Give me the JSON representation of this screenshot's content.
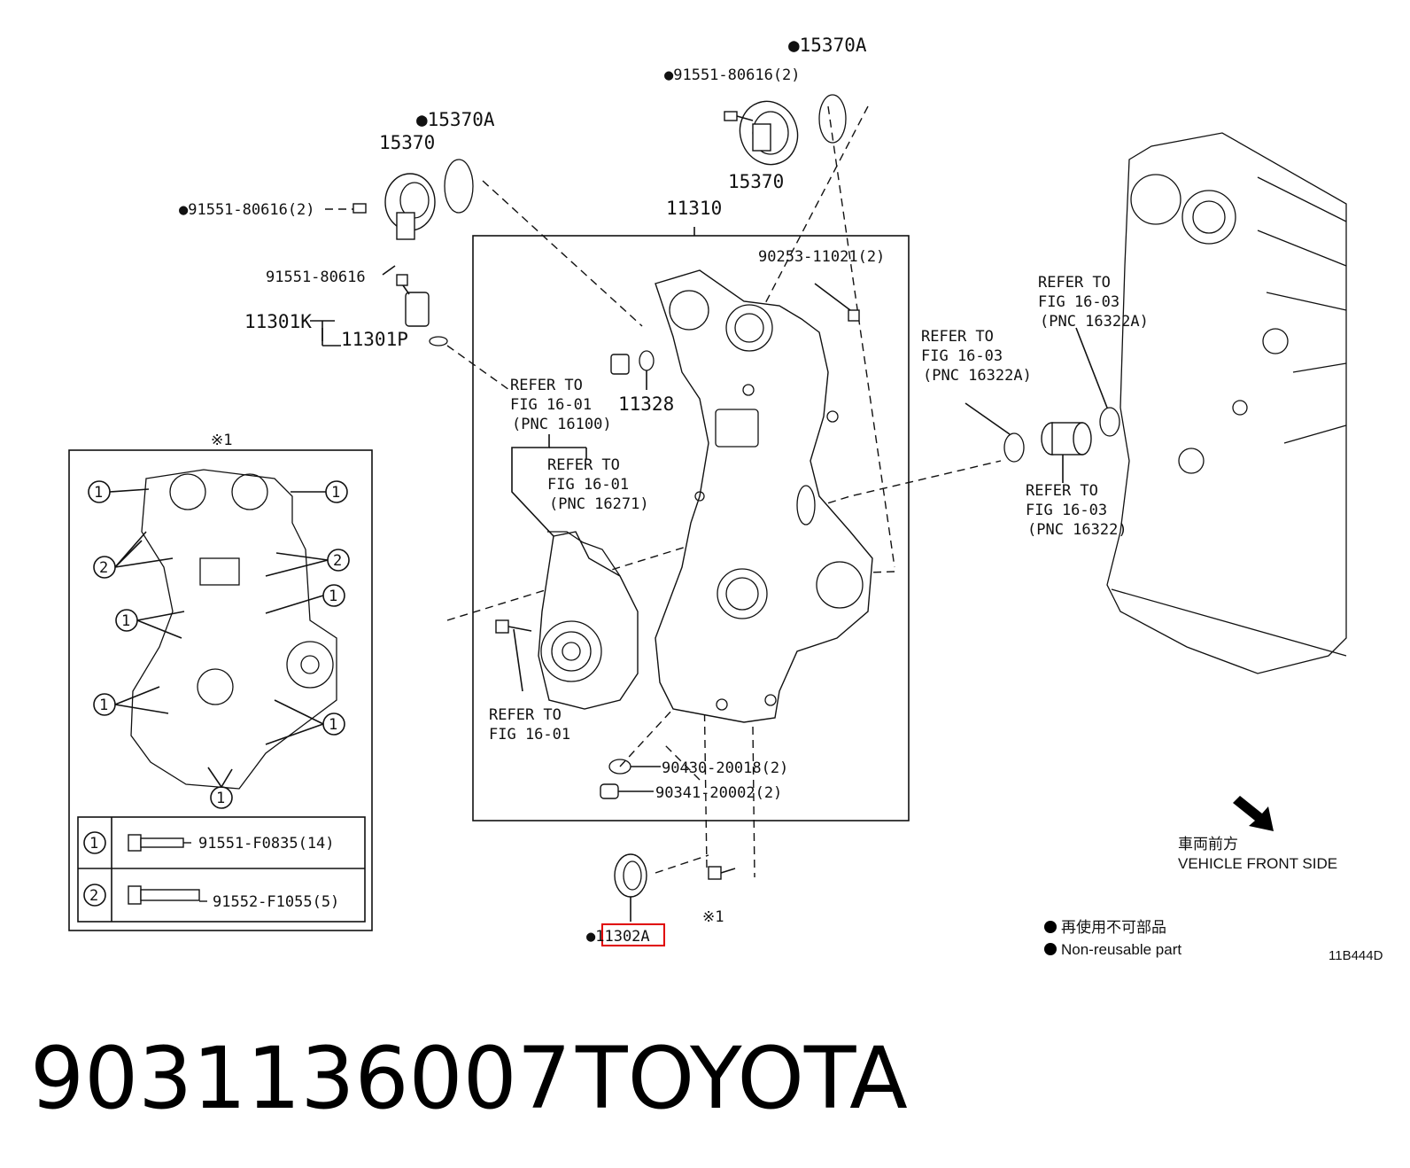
{
  "diagram_id": "11B444D",
  "footer": {
    "part_number": "9031136007",
    "brand": "TOYOTA"
  },
  "callouts": {
    "c_15370A_top": "●15370A",
    "c_91551_2_top": "●91551-80616(2)",
    "c_15370_right": "15370",
    "c_15370A_left": "●15370A",
    "c_15370_left": "15370",
    "c_91551_2_left": "●91551-80616(2)",
    "c_91551": "91551-80616",
    "c_11301K": "11301K",
    "c_11301P": "11301P",
    "c_11310": "11310",
    "c_90253": "90253-11021(2)",
    "c_11328": "11328",
    "c_90430": "90430-20018(2)",
    "c_90341": "90341-20002(2)",
    "c_11302A": "●11302A",
    "c_x1_bottom": "※1"
  },
  "refs": {
    "r_16100": [
      "REFER TO",
      "FIG 16-01",
      "(PNC 16100)"
    ],
    "r_16271": [
      "REFER TO",
      "FIG 16-01",
      "(PNC 16271)"
    ],
    "r_1601": [
      "REFER TO",
      "FIG 16-01"
    ],
    "r_16322A_a": [
      "REFER TO",
      "FIG 16-03",
      "(PNC 16322A)"
    ],
    "r_16322A_b": [
      "REFER TO",
      "FIG 16-03",
      "(PNC 16322A)"
    ],
    "r_16322": [
      "REFER TO",
      "FIG 16-03",
      "(PNC 16322)"
    ]
  },
  "inset": {
    "title": "※1",
    "markers": [
      "1",
      "2"
    ],
    "legend": [
      {
        "marker": "1",
        "part": "91551-F0835(14)"
      },
      {
        "marker": "2",
        "part": "91552-F1055(5)"
      }
    ]
  },
  "front_side": {
    "jp": "車両前方",
    "en": "VEHICLE FRONT SIDE"
  },
  "non_reusable": {
    "jp": "再使用不可部品",
    "en": "Non-reusable part"
  },
  "highlight_color": "#e00000"
}
